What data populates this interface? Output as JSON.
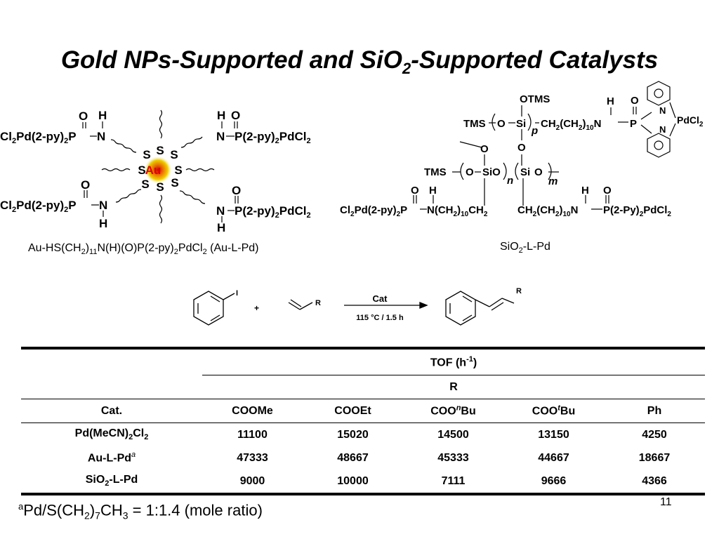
{
  "title": {
    "main": "Gold NPs-Supported and SiO",
    "sub": "2",
    "rest": "-Supported Catalysts"
  },
  "au_catalyst": {
    "core": "Au",
    "sulfur": "S",
    "ligand_left": "Cl2Pd(2-py)2P",
    "ligand_right": "P(2-py)2PdCl2",
    "N": "N",
    "H": "H",
    "O": "O",
    "caption": {
      "a": "Au-HS(CH",
      "b": "2",
      "c": ")",
      "d": "11",
      "e": "N(H)(O)P(2-py)",
      "f": "2",
      "g": "PdCl",
      "h": "2",
      "i": " (Au-L-Pd)"
    }
  },
  "sio2_catalyst": {
    "otms": "OTMS",
    "tms": "TMS",
    "O": "O",
    "Si": "Si",
    "SiO": "SiO",
    "p": "p",
    "n": "n",
    "m": "m",
    "chain1": "CH2(CH2)10N",
    "P": "P",
    "N": "N",
    "H": "H",
    "PdCl2": "PdCl2",
    "left_ligand": "Cl2Pd(2-py)2P",
    "left_chain": "N(CH2)10CH2",
    "right_chain": "CH2(CH2)10N",
    "right_ligand": "P(2-Py)2PdCl2",
    "caption": {
      "a": "SiO",
      "b": "2",
      "c": "-L-Pd"
    }
  },
  "reaction": {
    "iodo": "I",
    "plus": "+",
    "R": "R",
    "catalyst": "Cat",
    "conditions": "115 °C / 1.5 h"
  },
  "table": {
    "tof_header": "TOF (h-1)",
    "tof_main": "TOF (h",
    "tof_sup": "-1",
    "tof_close": ")",
    "r_header": "R",
    "col_label": "Cat.",
    "columns": [
      "COOMe",
      "COOEt",
      "COOnBu",
      "COOtBu",
      "Ph"
    ],
    "col_prefix": [
      "COOMe",
      "COOEt",
      "COO",
      "COO",
      "Ph"
    ],
    "col_italic": [
      "",
      "",
      "n",
      "t",
      ""
    ],
    "col_suffix": [
      "",
      "",
      "Bu",
      "Bu",
      ""
    ],
    "rows": [
      {
        "cat": "Pd(MeCN)2Cl2",
        "cat_a": "Pd(MeCN)",
        "cat_b": "2",
        "cat_c": "Cl",
        "cat_d": "2",
        "values": [
          "11100",
          "15020",
          "14500",
          "13150",
          "4250"
        ]
      },
      {
        "cat": "Au-L-Pd",
        "cat_a": "Au-L-Pd",
        "cat_sup": "a",
        "values": [
          "47333",
          "48667",
          "45333",
          "44667",
          "18667"
        ]
      },
      {
        "cat": "SiO2-L-Pd",
        "cat_a": "SiO",
        "cat_b": "2",
        "cat_c": "-L-Pd",
        "values": [
          "9000",
          "10000",
          "7111",
          "9666",
          "4366"
        ]
      }
    ]
  },
  "footnote": {
    "sup": "a",
    "a": "Pd/S(CH",
    "b": "2",
    "c": ")",
    "d": "7",
    "e": "CH",
    "f": "3",
    "g": " = 1:1.4 (mole ratio)"
  },
  "page_number": "11"
}
